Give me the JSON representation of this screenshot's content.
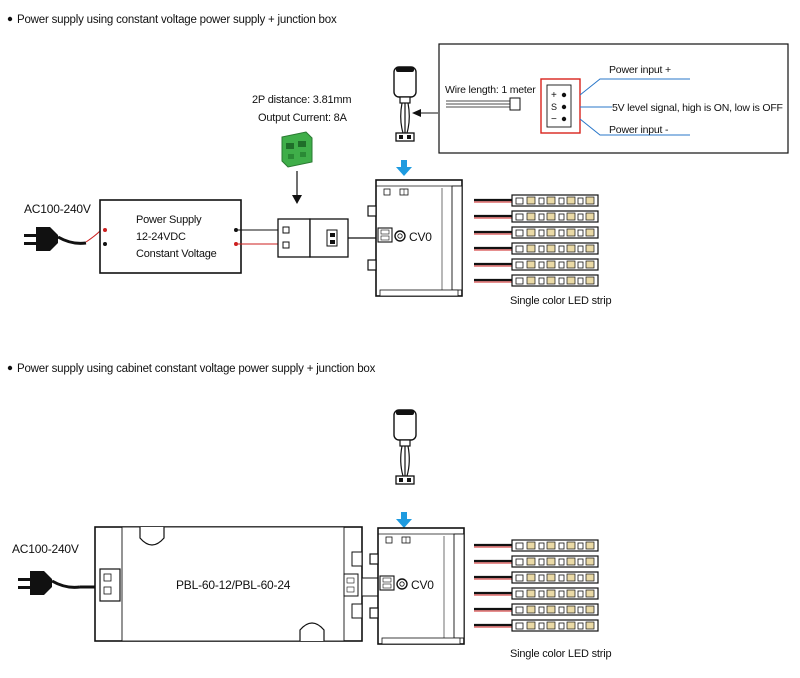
{
  "sections": [
    {
      "heading": "Power supply using constant voltage power supply + junction box",
      "ac_label": "AC100-240V",
      "psu_lines": [
        "Power Supply",
        "12-24VDC",
        "Constant Voltage"
      ],
      "terminal_note": [
        "2P distance: 3.81mm",
        "Output Current: 8A"
      ],
      "box_label": "CV0",
      "strip_caption": "Single color LED strip"
    },
    {
      "heading": "Power supply using cabinet constant voltage power supply + junction box",
      "ac_label": "AC100-240V",
      "cabinet_label": "PBL-60-12/PBL-60-24",
      "box_label": "CV0",
      "strip_caption": "Single color LED strip"
    }
  ],
  "sensor_callout": {
    "wire_length": "Wire length:  1 meter",
    "pins": [
      "+",
      "S",
      "−"
    ],
    "pin_labels": [
      "Power input +",
      "5V level signal, high is ON, low is OFF",
      "Power input -"
    ]
  },
  "colors": {
    "arrow_blue": "#1e9be0",
    "terminal_green": "#3fae49",
    "pin_box_red": "#d9231d",
    "wire_red": "#cc1f1f",
    "line_blue": "#2a77c9"
  },
  "icons": [
    "bullet-icon",
    "ac-plug-icon",
    "terminal-block-icon",
    "motion-sensor-icon",
    "down-arrow-icon",
    "led-strip-icon"
  ]
}
